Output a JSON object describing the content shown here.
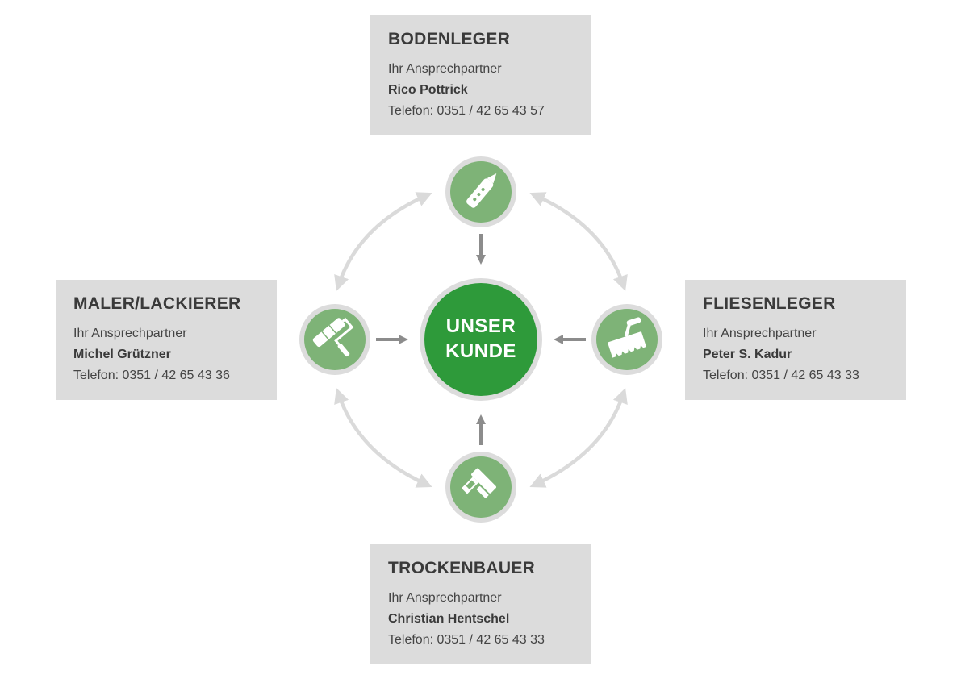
{
  "center": {
    "line1": "UNSER",
    "line2": "KUNDE"
  },
  "cards": {
    "top": {
      "title": "BODENLEGER",
      "subtitle": "Ihr Ansprechpartner",
      "name": "Rico Pottrick",
      "phone": "Telefon: 0351 / 42 65 43 57",
      "icon": "cutter-knife-icon"
    },
    "left": {
      "title": "MALER/LACKIERER",
      "subtitle": "Ihr Ansprechpartner",
      "name": "Michel Grützner",
      "phone": "Telefon: 0351 / 42 65 43 36",
      "icon": "paint-roller-icon"
    },
    "right": {
      "title": "FLIESENLEGER",
      "subtitle": "Ihr Ansprechpartner",
      "name": "Peter S. Kadur",
      "phone": "Telefon: 0351 / 42 65 43 33",
      "icon": "notched-trowel-icon"
    },
    "bottom": {
      "title": "TROCKENBAUER",
      "subtitle": "Ihr Ansprechpartner",
      "name": "Christian Hentschel",
      "phone": "Telefon: 0351 / 42 65 43 33",
      "icon": "staple-gun-icon"
    }
  },
  "colors": {
    "center_fill": "#2e9a3a",
    "icon_fill": "#7eb377",
    "ring": "#dcdcdc",
    "arrow_dark": "#8c8c8c",
    "arrow_light": "#dadada",
    "card_bg": "#dcdcdc"
  }
}
